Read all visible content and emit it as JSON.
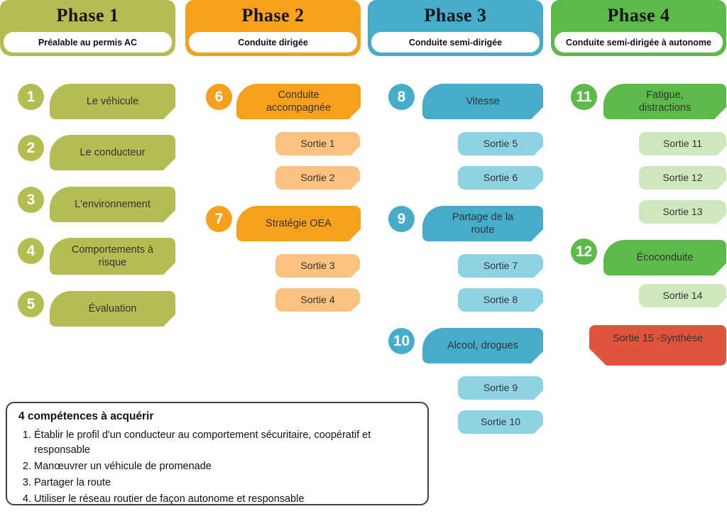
{
  "phases": [
    {
      "title": "Phase 1",
      "subtitle": "Préalable au permis AC",
      "color": "#b5bc51",
      "items": [
        {
          "num": "1",
          "label": "Le véhicule"
        },
        {
          "num": "2",
          "label": "Le conducteur"
        },
        {
          "num": "3",
          "label": "L'environnement"
        },
        {
          "num": "4",
          "label": "Comportements à risque"
        },
        {
          "num": "5",
          "label": "Évaluation"
        }
      ]
    },
    {
      "title": "Phase 2",
      "subtitle": "Conduite dirigée",
      "color": "#f5a11d",
      "light_color": "#f9c27e",
      "topics": [
        {
          "num": "6",
          "label": "Conduite accompagnée"
        },
        {
          "num": "7",
          "label": "Stratégie OEA"
        }
      ],
      "sorties": [
        "Sortie 1",
        "Sortie 2",
        "Sortie 3",
        "Sortie  4"
      ]
    },
    {
      "title": "Phase 3",
      "subtitle": "Conduite semi-dirigée",
      "color": "#45adca",
      "light_color": "#8ed3e3",
      "topics": [
        {
          "num": "8",
          "label": "Vitesse"
        },
        {
          "num": "9",
          "label": "Partage de la route"
        },
        {
          "num": "10",
          "label": "Alcool, drogues"
        }
      ],
      "sorties": [
        "Sortie 5",
        "Sortie 6",
        "Sortie 7",
        "Sortie 8",
        "Sortie 9",
        "Sortie 10"
      ]
    },
    {
      "title": "Phase 4",
      "subtitle": "Conduite semi-dirigée à autonome",
      "color": "#5bba48",
      "light_color": "#cfe7bd",
      "topics": [
        {
          "num": "11",
          "label": "Fatigue, distractions"
        },
        {
          "num": "12",
          "label": "Écoconduite"
        }
      ],
      "sorties": [
        "Sortie 11",
        "Sortie 12",
        "Sortie 13",
        "Sortie  14"
      ],
      "synthesis": "Sortie 15 -Synthèse",
      "synthesis_color": "#e0543e"
    }
  ],
  "competences": {
    "title": "4 compétences à acquérir",
    "items": [
      "Établir le profil d'un conducteur au comportement sécuritaire, coopératif et responsable",
      "Manœuvrer un véhicule de promenade",
      "Partager la route",
      "Utiliser le réseau routier de façon autonome et responsable"
    ]
  }
}
